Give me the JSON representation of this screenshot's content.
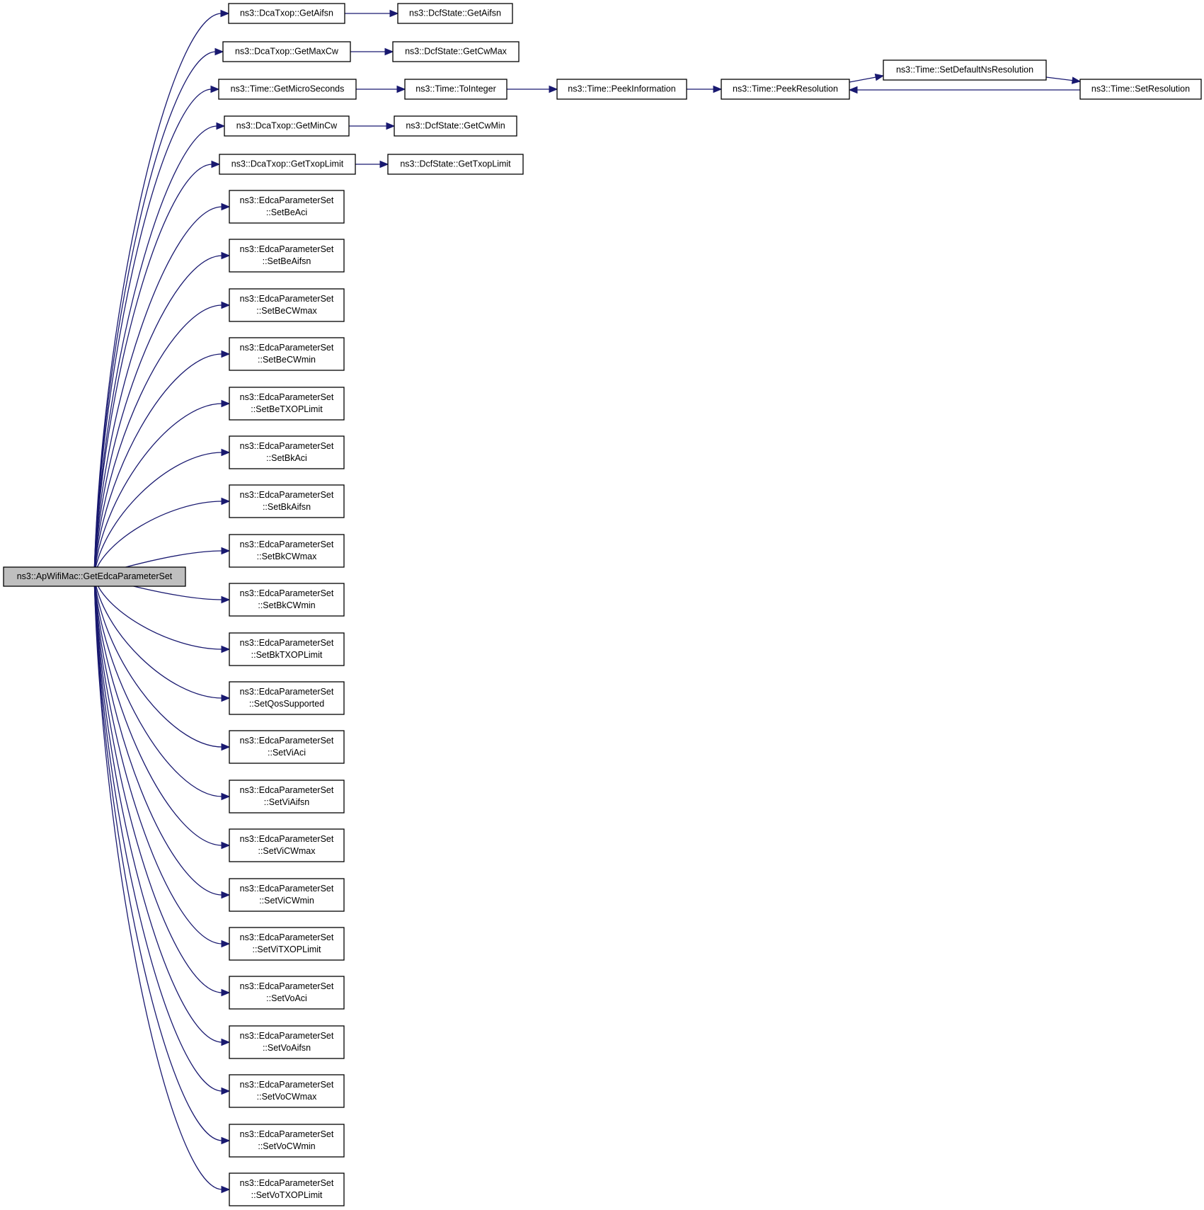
{
  "graph": {
    "root": "ns3::ApWifiMac::GetEdcaParameterSet",
    "callees": [
      {
        "id": "dca_getaifsn",
        "lines": [
          "ns3::DcaTxop::GetAifsn"
        ]
      },
      {
        "id": "dca_getmaxcw",
        "lines": [
          "ns3::DcaTxop::GetMaxCw"
        ]
      },
      {
        "id": "time_getmicro",
        "lines": [
          "ns3::Time::GetMicroSeconds"
        ]
      },
      {
        "id": "dca_getmincw",
        "lines": [
          "ns3::DcaTxop::GetMinCw"
        ]
      },
      {
        "id": "dca_gettxop",
        "lines": [
          "ns3::DcaTxop::GetTxopLimit"
        ]
      },
      {
        "id": "set_beaci",
        "lines": [
          "ns3::EdcaParameterSet",
          "::SetBeAci"
        ]
      },
      {
        "id": "set_beaifsn",
        "lines": [
          "ns3::EdcaParameterSet",
          "::SetBeAifsn"
        ]
      },
      {
        "id": "set_becwmax",
        "lines": [
          "ns3::EdcaParameterSet",
          "::SetBeCWmax"
        ]
      },
      {
        "id": "set_becwmin",
        "lines": [
          "ns3::EdcaParameterSet",
          "::SetBeCWmin"
        ]
      },
      {
        "id": "set_betxop",
        "lines": [
          "ns3::EdcaParameterSet",
          "::SetBeTXOPLimit"
        ]
      },
      {
        "id": "set_bkaci",
        "lines": [
          "ns3::EdcaParameterSet",
          "::SetBkAci"
        ]
      },
      {
        "id": "set_bkaifsn",
        "lines": [
          "ns3::EdcaParameterSet",
          "::SetBkAifsn"
        ]
      },
      {
        "id": "set_bkcwmax",
        "lines": [
          "ns3::EdcaParameterSet",
          "::SetBkCWmax"
        ]
      },
      {
        "id": "set_bkcwmin",
        "lines": [
          "ns3::EdcaParameterSet",
          "::SetBkCWmin"
        ]
      },
      {
        "id": "set_bktxop",
        "lines": [
          "ns3::EdcaParameterSet",
          "::SetBkTXOPLimit"
        ]
      },
      {
        "id": "set_qos",
        "lines": [
          "ns3::EdcaParameterSet",
          "::SetQosSupported"
        ]
      },
      {
        "id": "set_viaci",
        "lines": [
          "ns3::EdcaParameterSet",
          "::SetViAci"
        ]
      },
      {
        "id": "set_viaifsn",
        "lines": [
          "ns3::EdcaParameterSet",
          "::SetViAifsn"
        ]
      },
      {
        "id": "set_vicwmax",
        "lines": [
          "ns3::EdcaParameterSet",
          "::SetViCWmax"
        ]
      },
      {
        "id": "set_vicwmin",
        "lines": [
          "ns3::EdcaParameterSet",
          "::SetViCWmin"
        ]
      },
      {
        "id": "set_vitxop",
        "lines": [
          "ns3::EdcaParameterSet",
          "::SetViTXOPLimit"
        ]
      },
      {
        "id": "set_voaci",
        "lines": [
          "ns3::EdcaParameterSet",
          "::SetVoAci"
        ]
      },
      {
        "id": "set_voaifsn",
        "lines": [
          "ns3::EdcaParameterSet",
          "::SetVoAifsn"
        ]
      },
      {
        "id": "set_vocwmax",
        "lines": [
          "ns3::EdcaParameterSet",
          "::SetVoCWmax"
        ]
      },
      {
        "id": "set_vocwmin",
        "lines": [
          "ns3::EdcaParameterSet",
          "::SetVoCWmin"
        ]
      },
      {
        "id": "set_votxop",
        "lines": [
          "ns3::EdcaParameterSet",
          "::SetVoTXOPLimit"
        ]
      }
    ],
    "secondary": [
      {
        "id": "dcf_getaifsn",
        "lines": [
          "ns3::DcfState::GetAifsn"
        ]
      },
      {
        "id": "dcf_getcwmax",
        "lines": [
          "ns3::DcfState::GetCwMax"
        ]
      },
      {
        "id": "time_tointeger",
        "lines": [
          "ns3::Time::ToInteger"
        ]
      },
      {
        "id": "time_peekinfo",
        "lines": [
          "ns3::Time::PeekInformation"
        ]
      },
      {
        "id": "time_peekres",
        "lines": [
          "ns3::Time::PeekResolution"
        ]
      },
      {
        "id": "time_setdefault",
        "lines": [
          "ns3::Time::SetDefaultNsResolution"
        ]
      },
      {
        "id": "time_setres",
        "lines": [
          "ns3::Time::SetResolution"
        ]
      },
      {
        "id": "dcf_getcwmin",
        "lines": [
          "ns3::DcfState::GetCwMin"
        ]
      },
      {
        "id": "dcf_gettxop",
        "lines": [
          "ns3::DcfState::GetTxopLimit"
        ]
      }
    ],
    "edges": [
      [
        "dca_getaifsn",
        "dcf_getaifsn"
      ],
      [
        "dca_getmaxcw",
        "dcf_getcwmax"
      ],
      [
        "time_getmicro",
        "time_tointeger"
      ],
      [
        "time_tointeger",
        "time_peekinfo"
      ],
      [
        "time_peekinfo",
        "time_peekres"
      ],
      [
        "time_peekres",
        "time_setdefault"
      ],
      [
        "time_setdefault",
        "time_setres"
      ],
      [
        "time_setres",
        "time_peekres"
      ],
      [
        "dca_getmincw",
        "dcf_getcwmin"
      ],
      [
        "dca_gettxop",
        "dcf_gettxop"
      ]
    ],
    "colors": {
      "edge": "#191970",
      "root_fill": "#bfbfbf",
      "node_fill": "#ffffff",
      "border": "#000000"
    }
  }
}
